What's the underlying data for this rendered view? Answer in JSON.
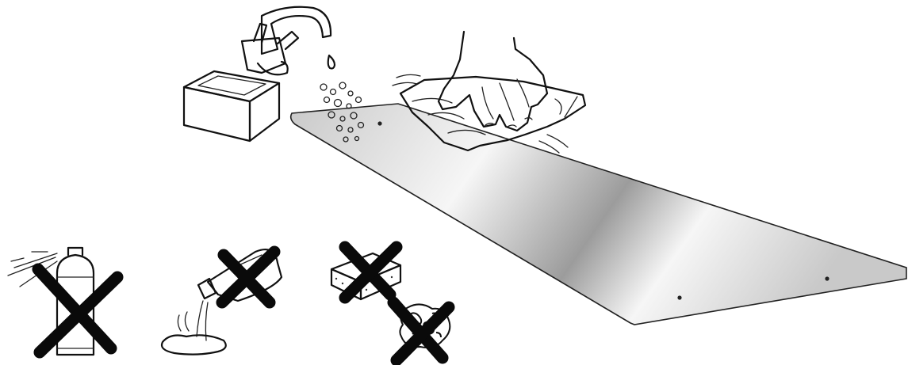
{
  "diagram": {
    "subject": "glass-panel-cleaning-instructions",
    "allowed": [
      "water",
      "soap",
      "soft-cloth"
    ],
    "forbidden": [
      "aerosol-spray",
      "chemical-solvent",
      "abrasive-sponge",
      "steel-wool"
    ],
    "colors": {
      "line": "#111111",
      "glass_light": "#f6f6f6",
      "glass_mid": "#c9c9c9",
      "glass_dark": "#9c9c9c",
      "cross": "#0a0a0a",
      "background": "#ffffff"
    }
  }
}
